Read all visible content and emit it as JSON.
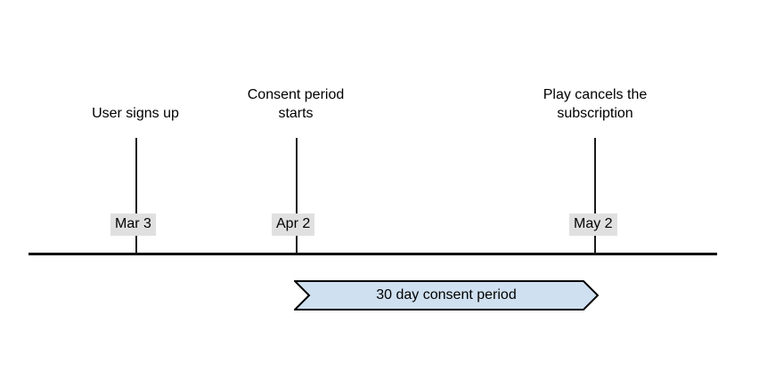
{
  "diagram": {
    "type": "timeline",
    "title": "",
    "axis": {
      "name": "timeline-axis",
      "color": "#000000"
    },
    "colors": {
      "line": "#000000",
      "tick": "#1a1a1a",
      "date_chip_background": "#e0e0e0",
      "banner_fill": "#cfe0f0",
      "banner_stroke": "#000000",
      "text": "#000000",
      "background": "#ffffff"
    },
    "milestones": [
      {
        "id": "user-signs-up",
        "title": "User signs up",
        "date": "Mar 3"
      },
      {
        "id": "consent-period-starts",
        "title": "Consent period\nstarts",
        "date": "Apr 2"
      },
      {
        "id": "play-cancels-subscription",
        "title": "Play cancels the\nsubscription",
        "date": "May 2"
      }
    ],
    "period_banner": {
      "id": "consent-period-banner",
      "label": "30 day consent period",
      "starts_at": "Apr 2",
      "ends_at": "May 2",
      "duration_days": 30
    }
  }
}
